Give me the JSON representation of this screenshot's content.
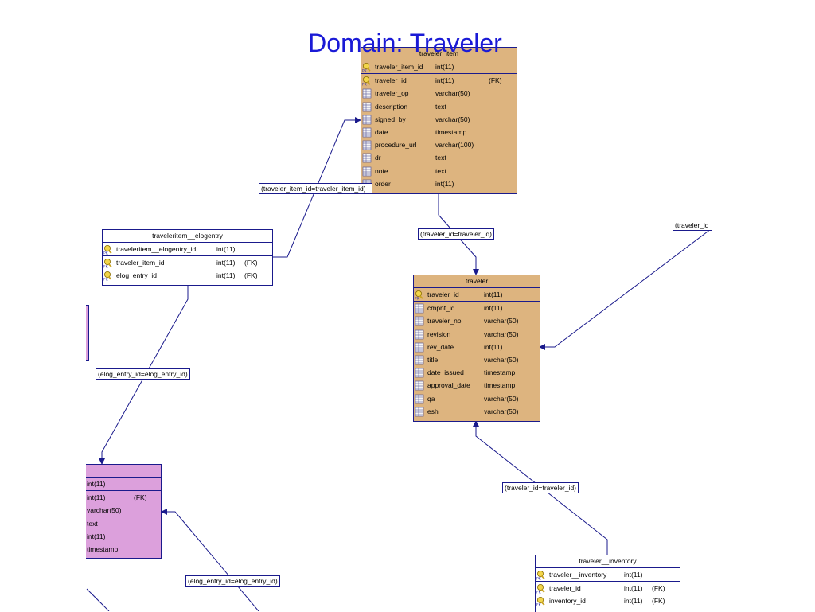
{
  "title": "Domain: Traveler",
  "tables": {
    "traveler_item": {
      "name": "traveler_item",
      "columns": [
        {
          "name": "traveler_item_id",
          "type": "int(11)",
          "fk": "",
          "key": "pk"
        },
        {
          "name": "traveler_id",
          "type": "int(11)",
          "fk": "(FK)",
          "key": "fk"
        },
        {
          "name": "traveler_op",
          "type": "varchar(50)",
          "fk": "",
          "key": "col"
        },
        {
          "name": "description",
          "type": "text",
          "fk": "",
          "key": "col"
        },
        {
          "name": "signed_by",
          "type": "varchar(50)",
          "fk": "",
          "key": "col"
        },
        {
          "name": "date",
          "type": "timestamp",
          "fk": "",
          "key": "col"
        },
        {
          "name": "procedure_url",
          "type": "varchar(100)",
          "fk": "",
          "key": "col"
        },
        {
          "name": "dr",
          "type": "text",
          "fk": "",
          "key": "col"
        },
        {
          "name": "note",
          "type": "text",
          "fk": "",
          "key": "col"
        },
        {
          "name": "order",
          "type": "int(11)",
          "fk": "",
          "key": "col"
        }
      ]
    },
    "traveleritem_elogentry": {
      "name": "traveleritem__elogentry",
      "columns": [
        {
          "name": "traveleritem__elogentry_id",
          "type": "int(11)",
          "fk": "",
          "key": "pk"
        },
        {
          "name": "traveler_item_id",
          "type": "int(11)",
          "fk": "(FK)",
          "key": "fk"
        },
        {
          "name": "elog_entry_id",
          "type": "int(11)",
          "fk": "(FK)",
          "key": "fk"
        }
      ]
    },
    "traveler": {
      "name": "traveler",
      "columns": [
        {
          "name": "traveler_id",
          "type": "int(11)",
          "fk": "",
          "key": "pk"
        },
        {
          "name": "cmpnt_id",
          "type": "int(11)",
          "fk": "",
          "key": "col"
        },
        {
          "name": "traveler_no",
          "type": "varchar(50)",
          "fk": "",
          "key": "col"
        },
        {
          "name": "revision",
          "type": "varchar(50)",
          "fk": "",
          "key": "col"
        },
        {
          "name": "rev_date",
          "type": "int(11)",
          "fk": "",
          "key": "col"
        },
        {
          "name": "title",
          "type": "varchar(50)",
          "fk": "",
          "key": "col"
        },
        {
          "name": "date_issued",
          "type": "timestamp",
          "fk": "",
          "key": "col"
        },
        {
          "name": "approval_date",
          "type": "timestamp",
          "fk": "",
          "key": "col"
        },
        {
          "name": "qa",
          "type": "varchar(50)",
          "fk": "",
          "key": "col"
        },
        {
          "name": "esh",
          "type": "varchar(50)",
          "fk": "",
          "key": "col"
        }
      ]
    },
    "traveler_inventory": {
      "name": "traveler__inventory",
      "columns": [
        {
          "name": "traveler__inventory",
          "type": "int(11)",
          "fk": "",
          "key": "pk"
        },
        {
          "name": "traveler_id",
          "type": "int(11)",
          "fk": "(FK)",
          "key": "fk"
        },
        {
          "name": "inventory_id",
          "type": "int(11)",
          "fk": "(FK)",
          "key": "fk"
        }
      ]
    },
    "elog_entry_partial": {
      "name": "",
      "columns": [
        {
          "name": "",
          "type": "int(11)",
          "fk": "",
          "key": "pk"
        },
        {
          "name": "",
          "type": "int(11)",
          "fk": "(FK)",
          "key": "fk"
        },
        {
          "name": "",
          "type": "varchar(50)",
          "fk": "",
          "key": "col"
        },
        {
          "name": "",
          "type": "text",
          "fk": "",
          "key": "col"
        },
        {
          "name": "",
          "type": "int(11)",
          "fk": "",
          "key": "col"
        },
        {
          "name": "",
          "type": "timestamp",
          "fk": "",
          "key": "col"
        }
      ]
    }
  },
  "relationships": [
    {
      "label": "(traveler_item_id=traveler_item_id)"
    },
    {
      "label": "(traveler_id=traveler_id)"
    },
    {
      "label": "(traveler_id"
    },
    {
      "label": "(elog_entry_id=elog_entry_id)"
    },
    {
      "label": "(traveler_id=traveler_id)"
    },
    {
      "label": "(elog_entry_id=elog_entry_id)"
    }
  ],
  "colors": {
    "title": "#1a1ad6",
    "line": "#1a1a8c",
    "table_tan": "#ddb47f",
    "table_pink": "#dca0dc",
    "table_white": "#ffffff"
  }
}
